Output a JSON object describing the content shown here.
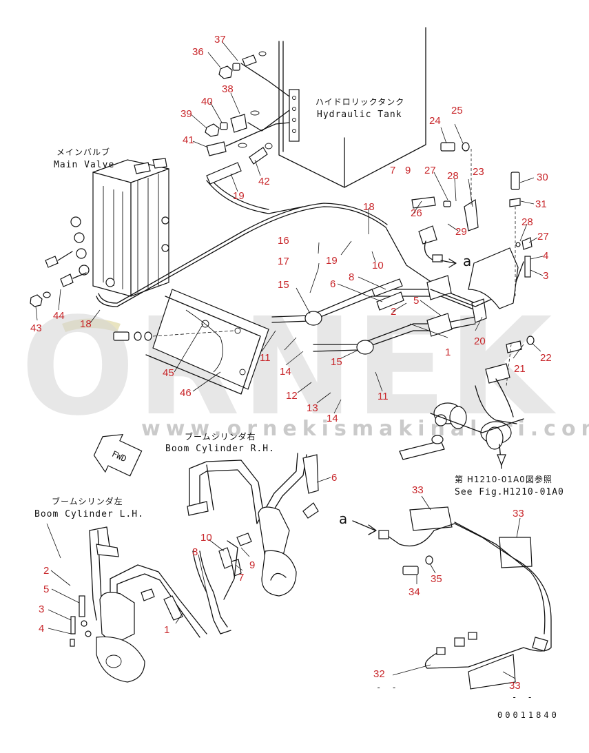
{
  "labels": {
    "main_valve_jp": "メインバルブ",
    "main_valve_en": "Main Valve",
    "tank_jp": "ハイドロリックタンク",
    "tank_en": "Hydraulic Tank",
    "boom_rh_jp": "ブームシリンダ右",
    "boom_rh_en": "Boom Cylinder R.H.",
    "boom_lh_jp": "ブームシリンダ左",
    "boom_lh_en": "Boom Cylinder L.H.",
    "see_fig_jp": "第 H1210-01A0図参照",
    "see_fig_en": "See Fig.H1210-01A0",
    "fwd": "FWD",
    "view_a_top": "a",
    "view_a_bottom": "a",
    "drawing_number": "00011840",
    "dash_1": "- -",
    "dash_2": "- -"
  },
  "watermark": {
    "logo": "ORNEK",
    "url": "www.ornekismakinalari.com.tr"
  },
  "part_numbers": [
    "1",
    "2",
    "3",
    "4",
    "5",
    "6",
    "7",
    "8",
    "9",
    "10",
    "11",
    "12",
    "13",
    "14",
    "15",
    "16",
    "17",
    "18",
    "19",
    "20",
    "21",
    "22",
    "23",
    "24",
    "25",
    "26",
    "27",
    "28",
    "29",
    "30",
    "31",
    "32",
    "33",
    "34",
    "35",
    "36",
    "37",
    "38",
    "39",
    "40",
    "41",
    "42",
    "43",
    "44",
    "45",
    "46"
  ],
  "colors": {
    "callout": "#c8262a",
    "line_art": "#111111",
    "watermark_gray": "#d4d4d4",
    "watermark_accent": "#e3ddb0"
  }
}
